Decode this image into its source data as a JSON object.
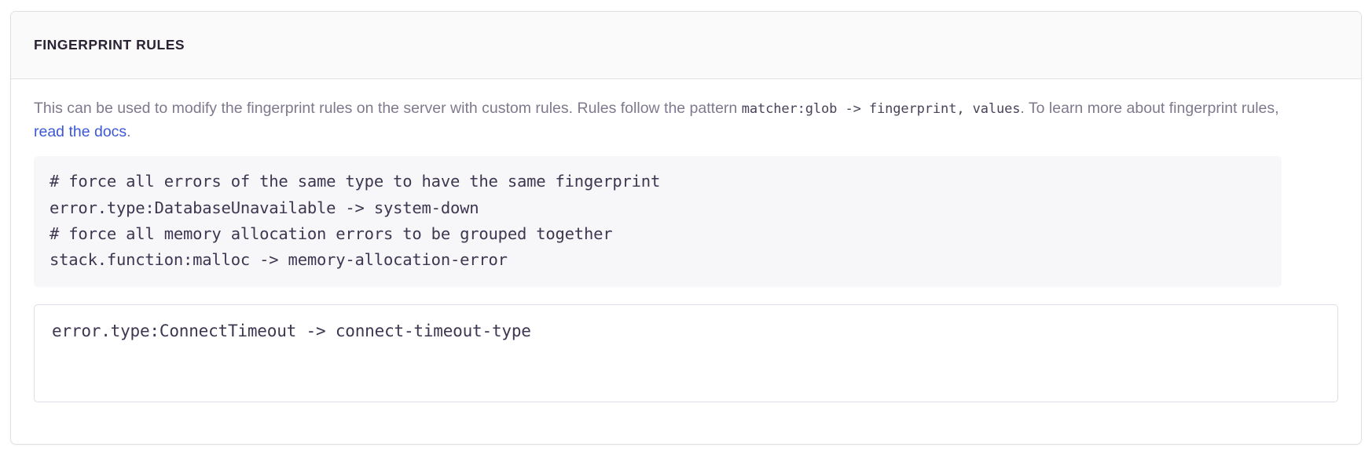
{
  "panel": {
    "title": "FINGERPRINT RULES",
    "description": {
      "text_1": "This can be used to modify the fingerprint rules on the server with custom rules. Rules follow the pattern ",
      "code_1": "matcher:glob -> fingerprint, values",
      "text_2": ". To learn more about fingerprint rules, ",
      "link_label": "read the docs",
      "text_3": "."
    },
    "example_block": {
      "lines": [
        "# force all errors of the same type to have the same fingerprint",
        "error.type:DatabaseUnavailable -> system-down",
        "# force all memory allocation errors to be grouped together",
        "stack.function:malloc -> memory-allocation-error"
      ],
      "content": "# force all errors of the same type to have the same fingerprint\nerror.type:DatabaseUnavailable -> system-down\n# force all memory allocation errors to be grouped together\nstack.function:malloc -> memory-allocation-error"
    },
    "rules_editor": {
      "value": "error.type:ConnectTimeout -> connect-timeout-type",
      "placeholder": ""
    }
  },
  "colors": {
    "panel_border": "#e0dfe6",
    "header_background": "#fafafb",
    "title_text": "#2b2233",
    "description_text": "#80798d",
    "link": "#3c58d6",
    "code_text": "#3e3650",
    "code_background": "#f7f7f9",
    "input_border": "#dfdde6",
    "page_background": "#ffffff"
  }
}
